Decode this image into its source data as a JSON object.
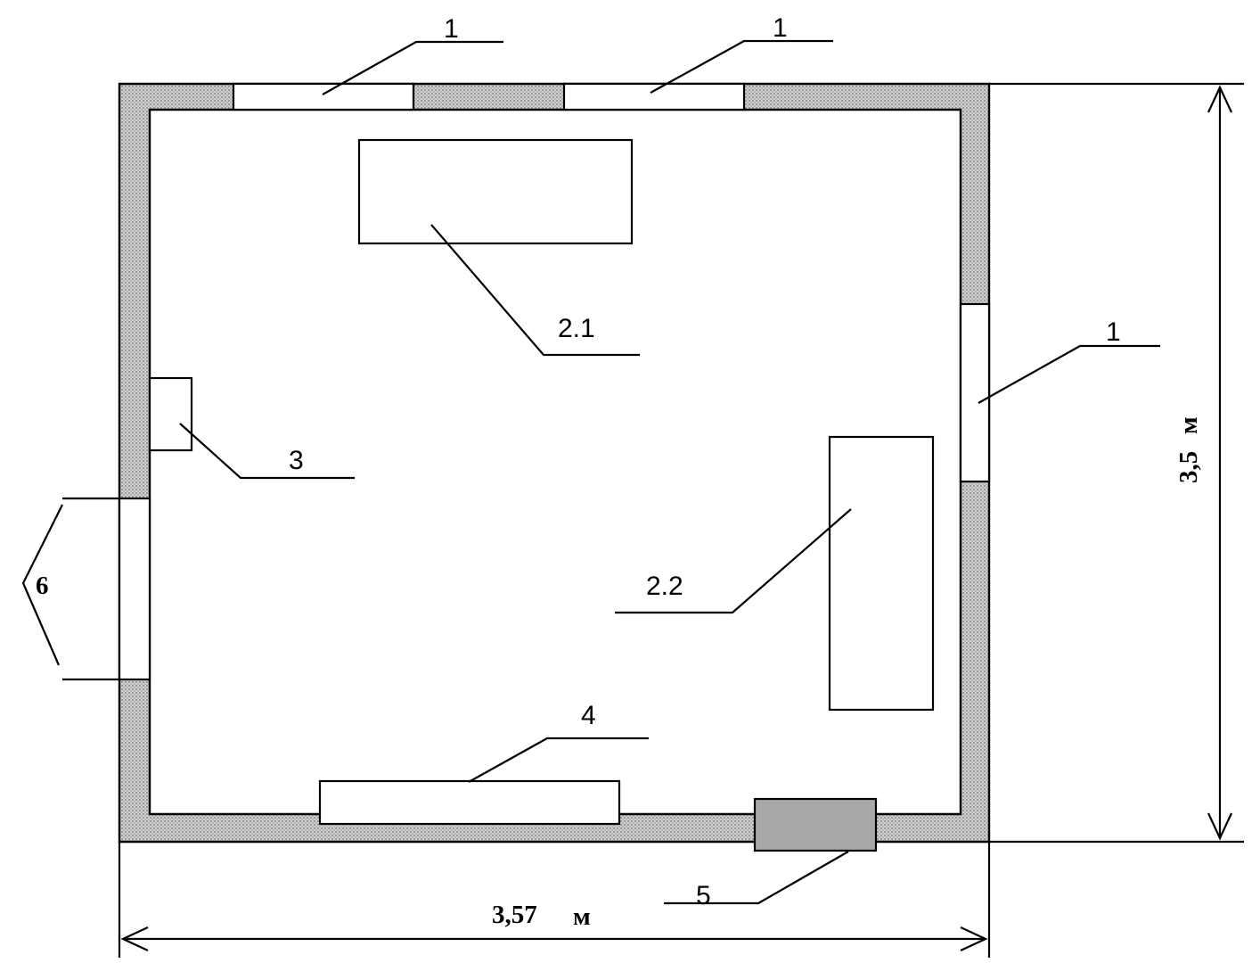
{
  "labels": {
    "window": "1",
    "table_1": "2.1",
    "table_2": "2.2",
    "socket": "3",
    "cabinet": "4",
    "radiator": "5",
    "door": "6"
  },
  "dimensions": {
    "width_value": "3,57",
    "width_unit": "м",
    "height_value": "3,5",
    "height_unit": "м"
  },
  "colors": {
    "wall_fill": "#bdbdbd",
    "radiator_fill": "#a8a8a8",
    "line": "#000000"
  }
}
